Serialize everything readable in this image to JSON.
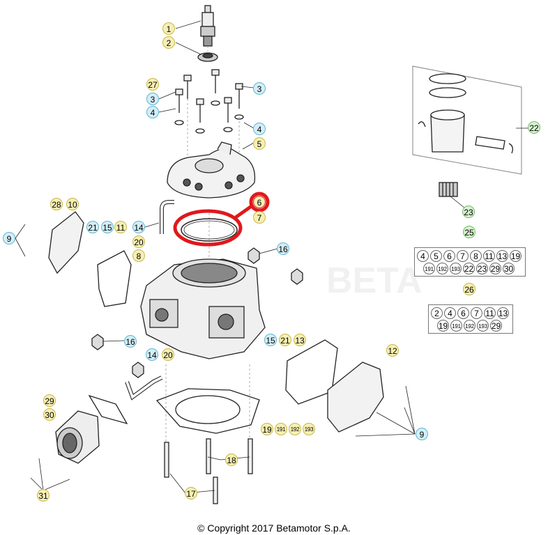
{
  "callouts": {
    "c1": "1",
    "c2": "2",
    "c27": "27",
    "c3a": "3",
    "c3b": "3",
    "c4a": "4",
    "c4b": "4",
    "c5": "5",
    "c6": "6",
    "c7": "7",
    "c28": "28",
    "c10": "10",
    "c9a": "9",
    "c21a": "21",
    "c15a": "15",
    "c11": "11",
    "c14a": "14",
    "c20a": "20",
    "c8": "8",
    "c16a": "16",
    "c16b": "16",
    "c15b": "15",
    "c21b": "21",
    "c13": "13",
    "c12": "12",
    "c14b": "14",
    "c20b": "20",
    "c29": "29",
    "c30": "30",
    "c19": "19",
    "c191": "191",
    "c192": "192",
    "c193": "193",
    "c18": "18",
    "c17": "17",
    "c31": "31",
    "c9b": "9",
    "c22": "22",
    "c23": "23",
    "c25": "25",
    "c26": "26"
  },
  "kit25": {
    "row1": [
      "4",
      "5",
      "6",
      "7",
      "8",
      "11",
      "13",
      "19"
    ],
    "row2": [
      "191",
      "192",
      "193",
      "22",
      "23",
      "29",
      "30"
    ]
  },
  "kit26": {
    "row1": [
      "2",
      "4",
      "6",
      "7",
      "11",
      "13"
    ],
    "row2": [
      "19",
      "191",
      "192",
      "193",
      "29"
    ]
  },
  "highlight_color": "#e0181b",
  "copyright": "© Copyright 2017 Betamotor S.p.A."
}
